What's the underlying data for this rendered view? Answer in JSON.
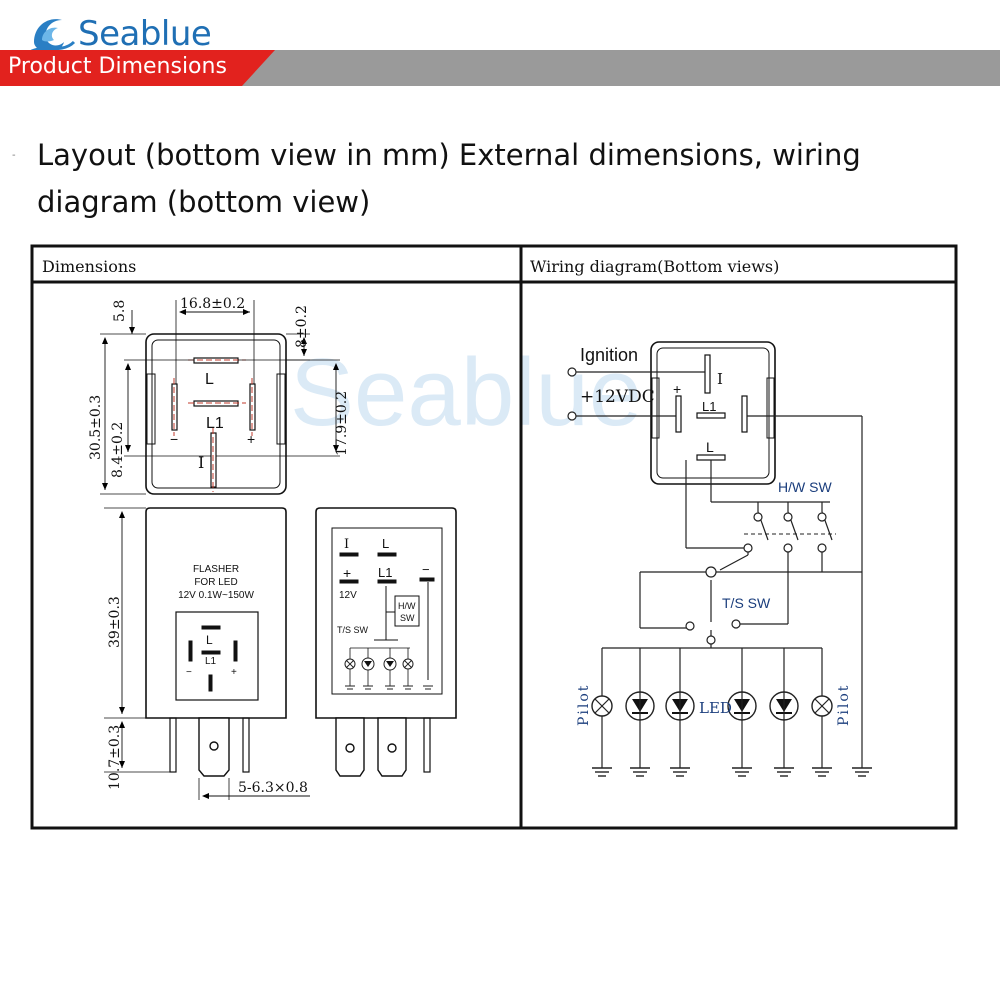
{
  "brand": {
    "name": "Seablue",
    "watermark": "Seablue",
    "logo_icon": "wave-icon"
  },
  "banner": {
    "title": "Product Dimensions"
  },
  "heading": {
    "text": "Layout (bottom view in mm) External dimensions, wiring diagram (bottom view)"
  },
  "dimensions_panel": {
    "title": "Dimensions",
    "dim_width": "16.8±0.2",
    "dim_top_offset": "5.8",
    "dim_right_top": "8±0.2",
    "dim_height_total": "30.5±0.3",
    "dim_left_inner": "8.4±0.2",
    "dim_right_inner": "17.9±0.2",
    "dim_body_height": "39±0.3",
    "dim_pin_length": "10.7±0.3",
    "dim_pin_size": "5-6.3×0.8",
    "pin_L": "L",
    "pin_L1": "L1",
    "pin_I": "I",
    "pin_minus": "−",
    "pin_plus": "+",
    "label_line1": "FLASHER",
    "label_line2": "FOR LED",
    "label_line3": "12V  0.1W~150W",
    "side_I": "I",
    "side_L": "L",
    "side_plus": "+",
    "side_L1": "L1",
    "side_minus": "−",
    "side_12v": "12V",
    "side_hw1": "H/W",
    "side_hw2": "SW",
    "side_ts": "T/S SW"
  },
  "wiring_panel": {
    "title": "Wiring diagram(Bottom views)",
    "ignition": "Ignition",
    "supply": "+12VDC",
    "pin_I": "I",
    "pin_plus": "+",
    "pin_L1": "L1",
    "pin_L": "L",
    "hw_switch": "H/W SW",
    "ts_switch": "T/S SW",
    "pilot_left": "Pilot",
    "pilot_right": "Pilot",
    "led": "LED"
  }
}
